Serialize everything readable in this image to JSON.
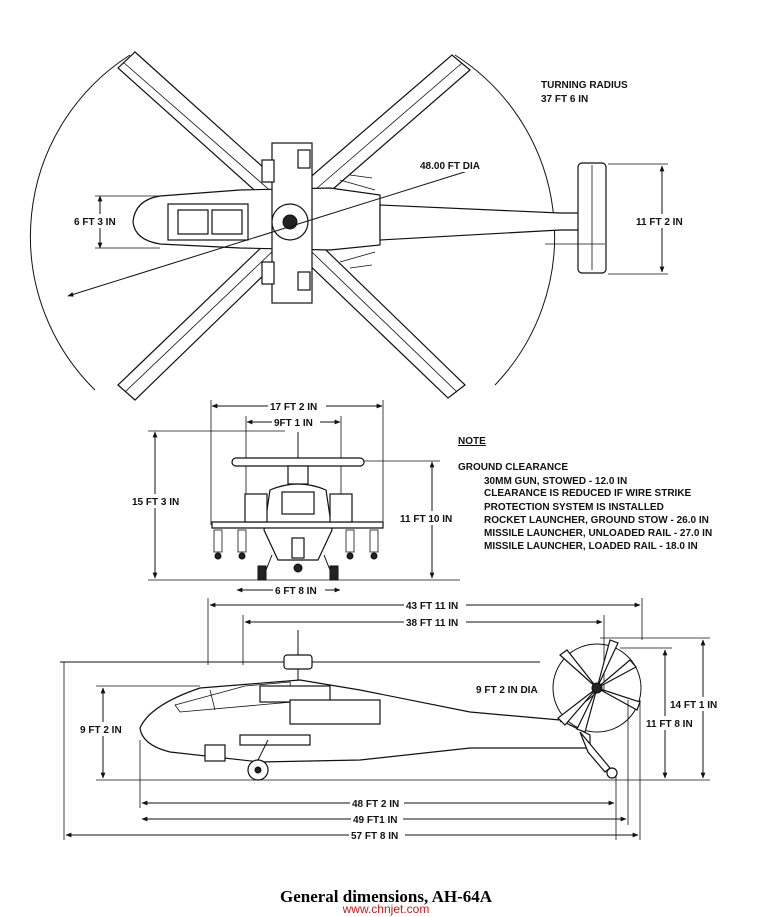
{
  "top_view": {
    "turning_radius_label": "TURNING  RADIUS",
    "turning_radius_value": "37 FT 6 IN",
    "rotor_dia": "48.00 FT  DIA",
    "fuselage_width": "6 FT 3 IN",
    "stabilizer_span": "11 FT 2 IN"
  },
  "front_view": {
    "overall_width": "17 FT 2 IN",
    "wing_span": "9FT 1 IN",
    "tread": "6 FT 8 IN",
    "height_to_rotor": "15 FT 3 IN",
    "height_alt": "11 FT 10 IN"
  },
  "note": {
    "title": "NOTE",
    "heading": "GROUND CLEARANCE",
    "lines": [
      "30MM GUN, STOWED - 12.0 IN",
      "CLEARANCE IS REDUCED IF WIRE STRIKE",
      "PROTECTION SYSTEM IS INSTALLED",
      "ROCKET LAUNCHER, GROUND STOW - 26.0 IN",
      "MISSILE LAUNCHER, UNLOADED RAIL - 27.0 IN",
      "MISSILE LAUNCHER, LOADED RAIL - 18.0 IN"
    ]
  },
  "side_view": {
    "length_fuselage": "43 FT 11 IN",
    "length_to_rotor": "38 FT 11 IN",
    "tail_rotor_dia": "9 FT 2 IN  DIA",
    "height_overall": "14 FT 1 IN",
    "height_tail": "11 FT 8 IN",
    "height_cockpit": "9 FT 2 IN",
    "length_48": "48 FT 2 IN",
    "length_49": "49 FT1 IN",
    "length_57": "57 FT 8 IN"
  },
  "caption": "General dimensions, AH-64A",
  "watermark": "www.chnjet.com"
}
